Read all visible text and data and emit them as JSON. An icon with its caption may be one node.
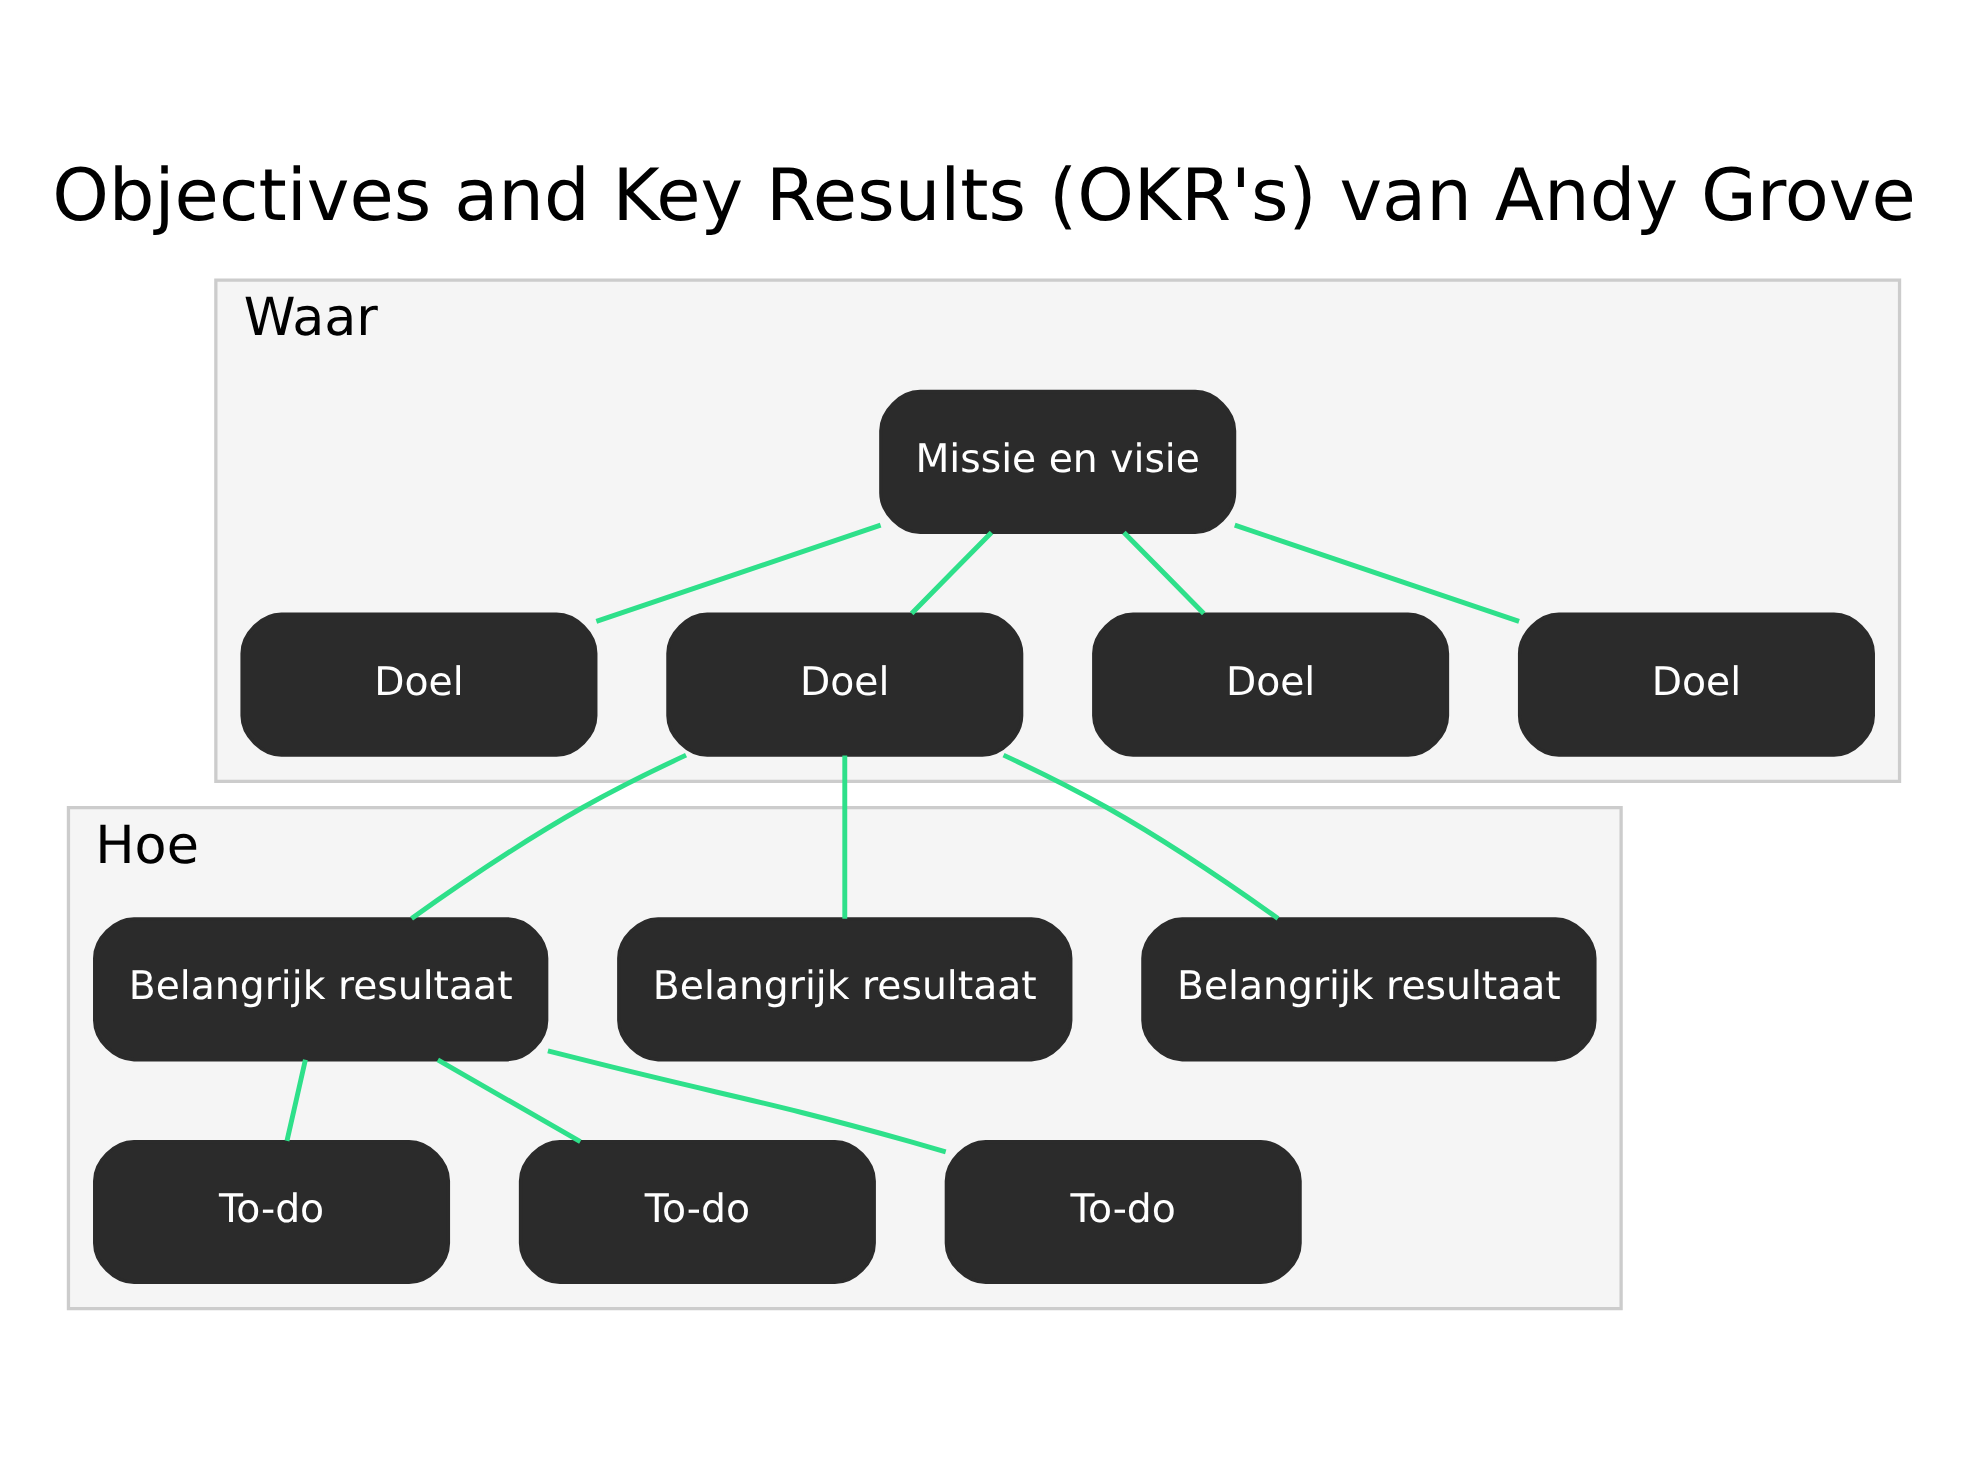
{
  "diagram": {
    "title": "Objectives and Key Results (OKR's) van Andy Grove",
    "nodes": [
      {
        "text": [
          "Waar"
        ]
      },
      {
        "text": [
          "Missie en visie"
        ],
        "in": 0
      },
      {
        "text": [
          "Doel"
        ],
        "in": 0
      },
      {
        "text": [
          "Doel"
        ],
        "in": 0
      },
      {
        "text": [
          "Doel"
        ],
        "in": 0
      },
      {
        "text": [
          "Doel"
        ],
        "in": 0
      },
      {
        "text": [
          "Hoe"
        ]
      },
      {
        "text": [
          "Belangrijk resultaat"
        ],
        "in": 6
      },
      {
        "text": [
          "Belangrijk resultaat"
        ],
        "in": 6
      },
      {
        "text": [
          "Belangrijk resultaat"
        ],
        "in": 6
      },
      {
        "text": [
          "To-do"
        ],
        "in": 6
      },
      {
        "text": [
          "To-do"
        ],
        "in": 6
      },
      {
        "text": [
          "To-do"
        ],
        "in": 6
      }
    ],
    "edges": [
      {
        "from": 1,
        "to": 2,
        "arrow": "none"
      },
      {
        "from": 1,
        "to": 3,
        "arrow": "none"
      },
      {
        "from": 1,
        "to": 4,
        "arrow": "none"
      },
      {
        "from": 1,
        "to": 5,
        "arrow": "none"
      },
      {
        "from": 3,
        "to": 7,
        "arrow": "none"
      },
      {
        "from": 3,
        "to": 8,
        "arrow": "none"
      },
      {
        "from": 3,
        "to": 9,
        "arrow": "none"
      },
      {
        "from": 9,
        "to": 10,
        "arrow": "none"
      },
      {
        "from": 9,
        "to": 11,
        "arrow": "none"
      },
      {
        "from": 9,
        "to": 12,
        "arrow": "none"
      }
    ]
  }
}
